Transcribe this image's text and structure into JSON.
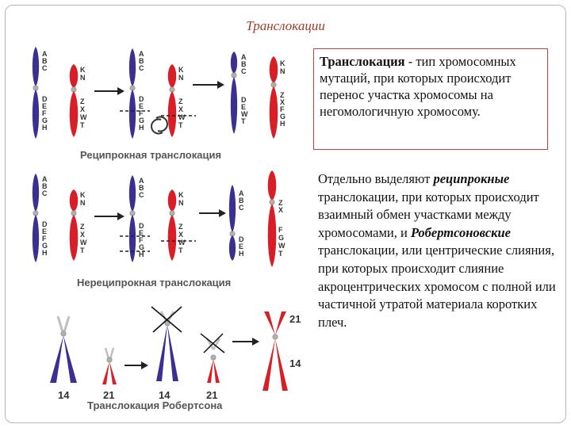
{
  "slide_title": "Транслокации",
  "definition": {
    "term": "Транслокация",
    "text": " - тип хромосомных мутаций, при которых происходит перенос участка хромосомы на негомологичную хромосому."
  },
  "details": {
    "p1": "Отдельно выделяют ",
    "p1_term": "реципрокные",
    "p2": " транслокации, при которых происходит взаимный обмен участками между хромосомами, и ",
    "p2_term": "Робертсоновские",
    "p3": " транслокации, или центрические слияния, при которых происходит слияние акроцентрических хромосом с полной или частичной утратой материала коротких плеч."
  },
  "diagram": {
    "captions": {
      "reciprocal": "Реципрокная транслокация",
      "nonreciprocal": "Нереципрокная транслокация",
      "robertson": "Транслокация Робертсона"
    },
    "labels": {
      "abc": [
        "A",
        "B",
        "C"
      ],
      "defgh": [
        "D",
        "E",
        "F",
        "G",
        "H"
      ],
      "kn": [
        "K",
        "N"
      ],
      "zxwt": [
        "Z",
        "X",
        "W",
        "T"
      ],
      "r1_res_blue_bot": [
        "D",
        "E",
        "W",
        "T"
      ],
      "r1_res_red_bot": [
        "Z",
        "X",
        "F",
        "G",
        "H"
      ],
      "r2_res_blue_bot": [
        "D",
        "E",
        "H"
      ],
      "r2_res_red_top": [
        "Z",
        "X"
      ],
      "r2_res_red_bot": [
        "F",
        "G",
        "W",
        "T"
      ],
      "n14": "14",
      "n21": "21"
    },
    "colors": {
      "blue": "#3b2f92",
      "red": "#d81e26",
      "centromere": "#b0b0b0",
      "title": "#a03a2a",
      "box_border": "#d23c3c"
    }
  }
}
